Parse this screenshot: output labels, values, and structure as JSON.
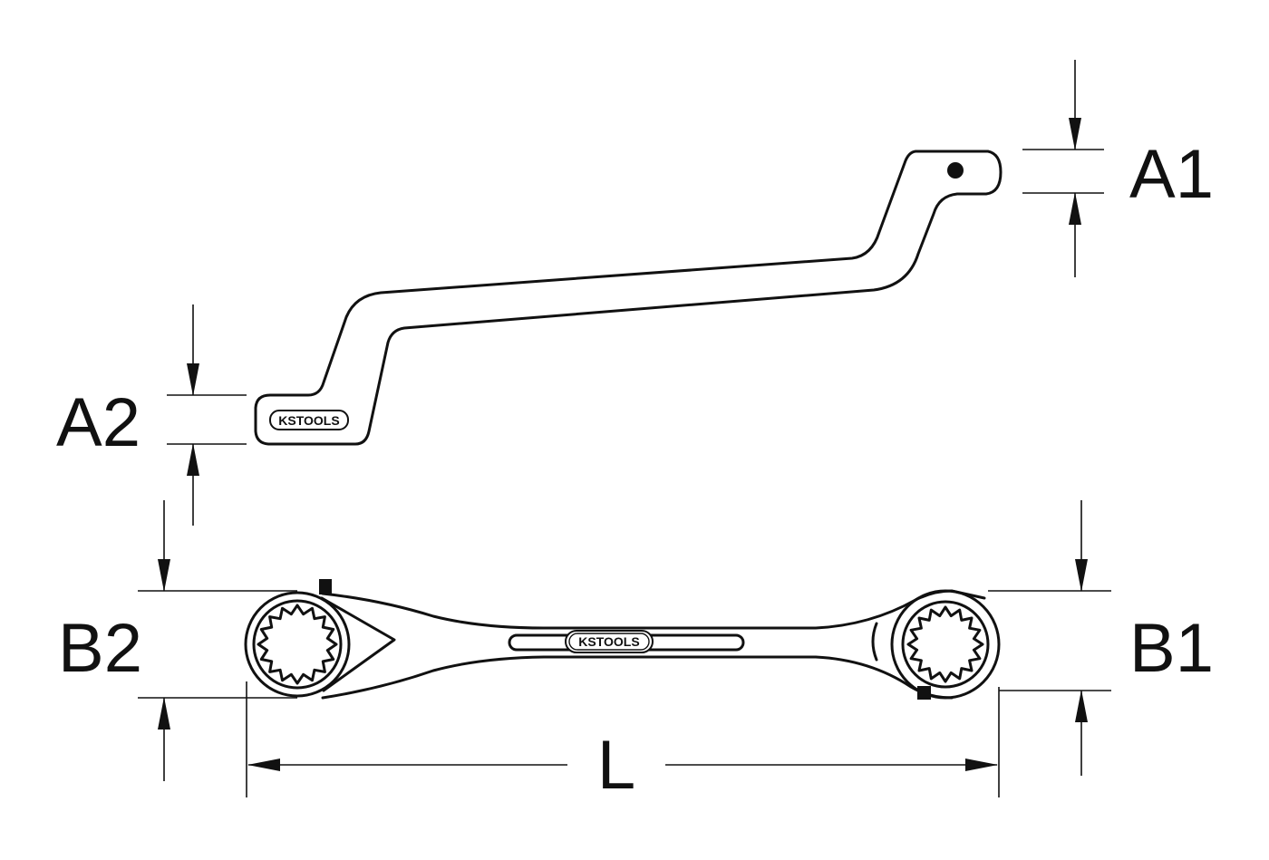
{
  "labels": {
    "a1": "A1",
    "a2": "A2",
    "b1": "B1",
    "b2": "B2",
    "length": "L"
  },
  "brand": {
    "logo_text": "KSTOOLS"
  },
  "colors": {
    "line": "#111111",
    "background": "#ffffff"
  }
}
